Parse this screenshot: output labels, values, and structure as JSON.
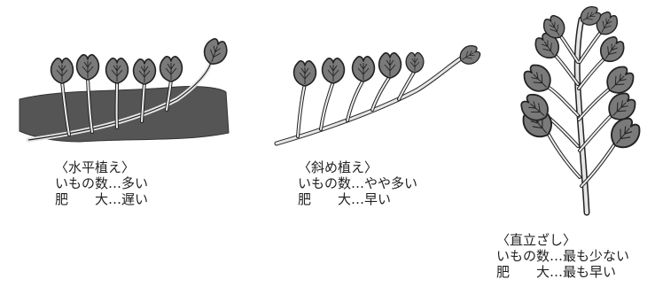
{
  "methods": [
    {
      "title": "〈水平植え〉",
      "tuber_count": "いもの数…多い",
      "enlargement": "肥　　大…遅い"
    },
    {
      "title": "〈斜め植え〉",
      "tuber_count": "いもの数…やや多い",
      "enlargement": "肥　　大…早い"
    },
    {
      "title": "〈直立ざし〉",
      "tuber_count": "いもの数…最も少ない",
      "enlargement": "肥　　大…最も早い"
    }
  ],
  "colors": {
    "soil": "#555555",
    "leaf": "#7a7a7a",
    "stem": "#e6e6e6",
    "outline": "#222222"
  }
}
